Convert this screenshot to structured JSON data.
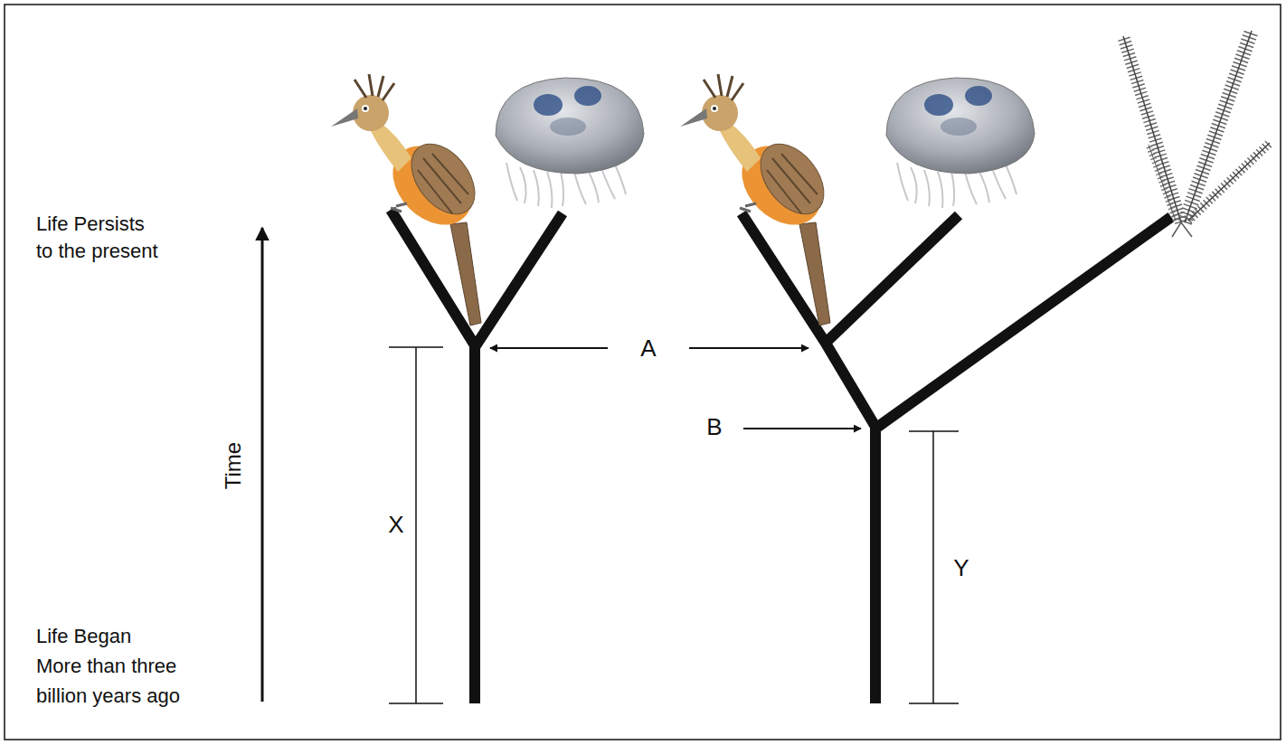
{
  "diagram": {
    "labels": [
      "Life Persists to the present",
      "A",
      "B",
      "Time",
      "X",
      "Y",
      "Life Began More than three billion years ago"
    ]
  }
}
